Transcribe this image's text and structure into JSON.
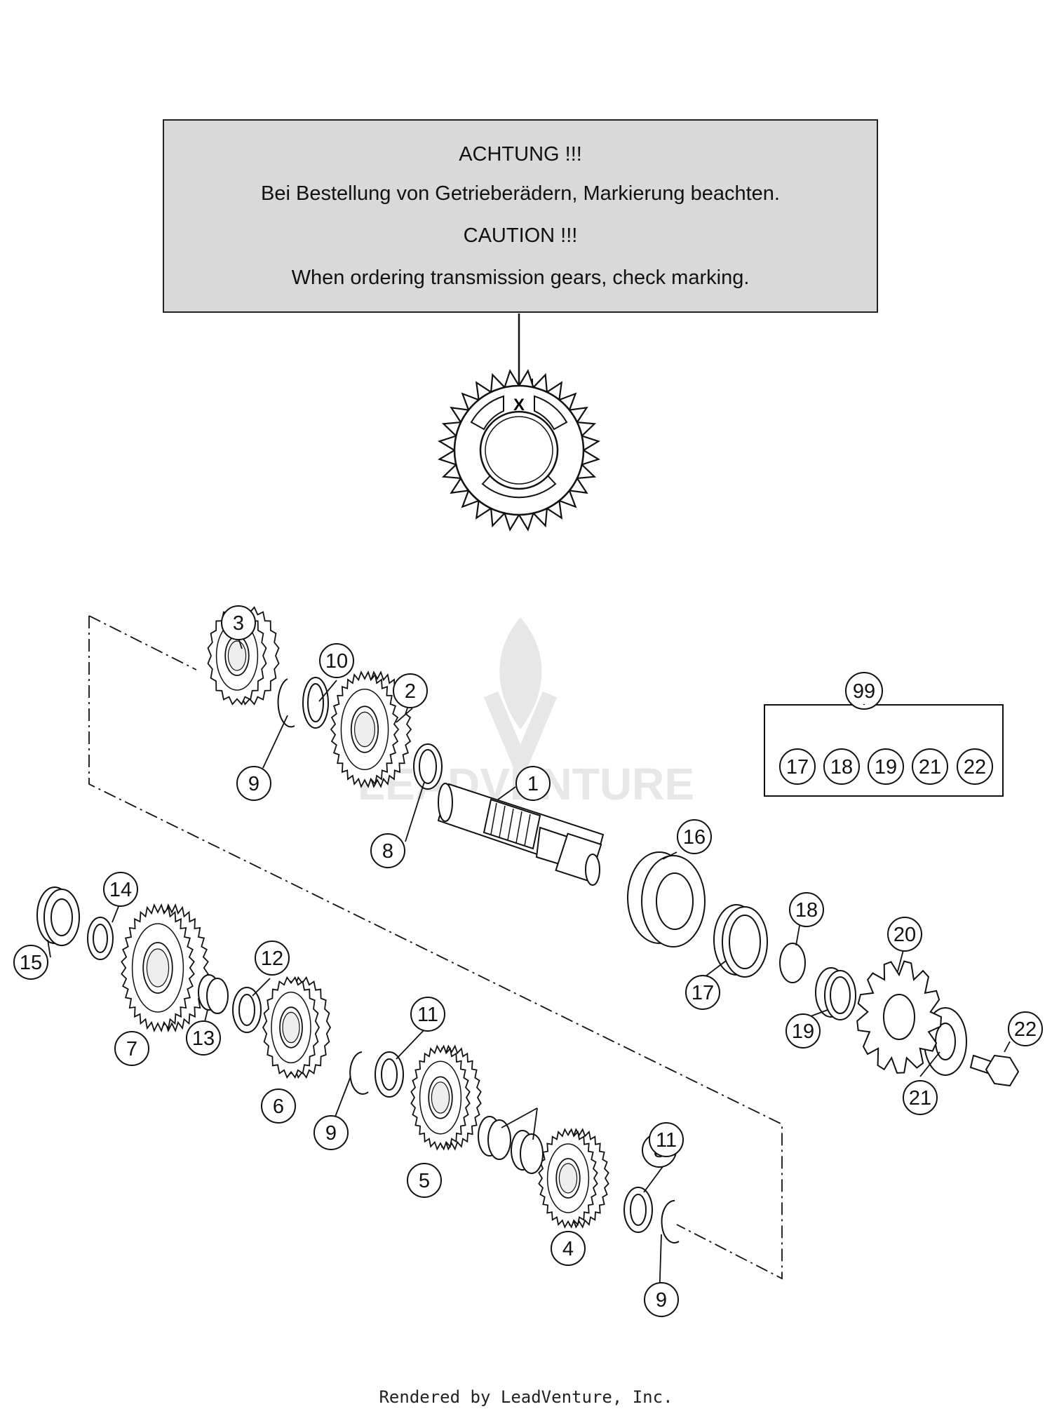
{
  "caution": {
    "de_title": "ACHTUNG !!!",
    "de_text": "Bei Bestellung von Getrieberädern, Markierung beachten.",
    "en_title": "CAUTION !!!",
    "en_text": "When ordering transmission gears, check marking."
  },
  "marking_symbol": "X",
  "watermark": "LEADVENTURE",
  "kit": {
    "number": "99",
    "contents": [
      "17",
      "18",
      "19",
      "21",
      "22"
    ]
  },
  "callouts": [
    "1",
    "2",
    "3",
    "4",
    "5",
    "6",
    "7",
    "8",
    "8",
    "9",
    "9",
    "9",
    "10",
    "11",
    "11",
    "12",
    "13",
    "14",
    "15",
    "16",
    "17",
    "18",
    "19",
    "20",
    "21",
    "22"
  ],
  "footer": "Rendered by LeadVenture, Inc."
}
